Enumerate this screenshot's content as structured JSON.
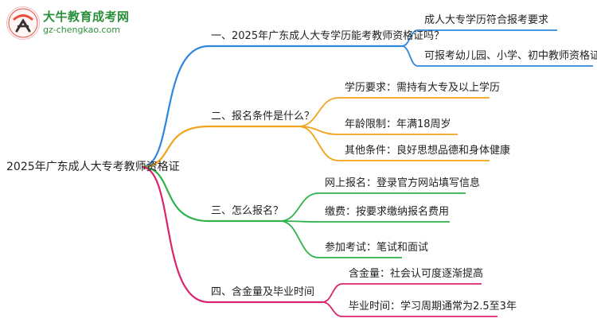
{
  "logo": {
    "title": "大牛教育成考网",
    "url": "gz-chengkao.com"
  },
  "root": {
    "label": "2025年广东成人大专考教师资格证"
  },
  "branches": [
    {
      "label": "一、2025年广东成人大专学历能考教师资格证吗？",
      "color": "#2f86dd",
      "children": [
        "成人大专学历符合报考要求",
        "可报考幼儿园、小学、初中教师资格证"
      ]
    },
    {
      "label": "二、报名条件是什么？",
      "color": "#f2a31b",
      "children": [
        "学历要求：需持有大专及以上学历",
        "年龄限制：年满18周岁",
        "其他条件：良好思想品德和身体健康"
      ]
    },
    {
      "label": "三、怎么报名？",
      "color": "#2fb24a",
      "children": [
        "网上报名：登录官方网站填写信息",
        "缴费：按要求缴纳报名费用",
        "参加考试：笔试和面试"
      ]
    },
    {
      "label": "四、含金量及毕业时间",
      "color": "#d9246f",
      "children": [
        "含金量：社会认可度逐渐提高",
        "毕业时间：学习周期通常为2.5至3年"
      ]
    }
  ]
}
